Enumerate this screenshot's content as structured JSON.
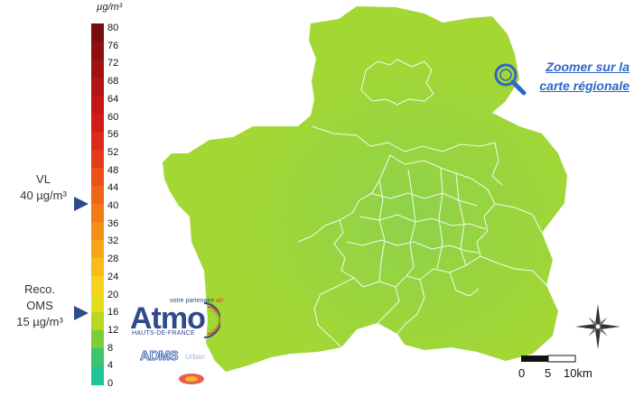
{
  "unit": "µg/m³",
  "scale": {
    "ticks": [
      "80",
      "76",
      "72",
      "68",
      "64",
      "60",
      "56",
      "52",
      "48",
      "44",
      "40",
      "36",
      "32",
      "28",
      "24",
      "20",
      "16",
      "12",
      "8",
      "4",
      "0"
    ],
    "colors": [
      "#7a0d0d",
      "#8e0f10",
      "#a11212",
      "#b41414",
      "#c41616",
      "#d21b18",
      "#dc2a18",
      "#e43c18",
      "#ea5018",
      "#ef6518",
      "#f27b17",
      "#f48f17",
      "#f6a518",
      "#f8bb19",
      "#f6d21a",
      "#e4dd1c",
      "#b9d721",
      "#7ccd37",
      "#3cc66a",
      "#1dc596"
    ]
  },
  "markers": {
    "vl": {
      "line1": "VL",
      "line2": "40 µg/m³"
    },
    "oms": {
      "line1": "Reco.",
      "line2": "OMS",
      "line3": "15 µg/m³"
    }
  },
  "zoom": {
    "line1": "Zoomer sur la",
    "line2": "carte régionale"
  },
  "logo": {
    "name": "Atmo",
    "tagline_pre": "votre partenaire",
    "tagline_air": "air",
    "region": "HAUTS-DE-FRANCE"
  },
  "adms": {
    "name": "ADMS",
    "suffix": "Urban"
  },
  "scalebar": {
    "labels": [
      "0",
      "5",
      "10km"
    ]
  },
  "map": {
    "fill": "#a3d734",
    "center_fill": "#8ed24a",
    "border": "#ffffff"
  }
}
